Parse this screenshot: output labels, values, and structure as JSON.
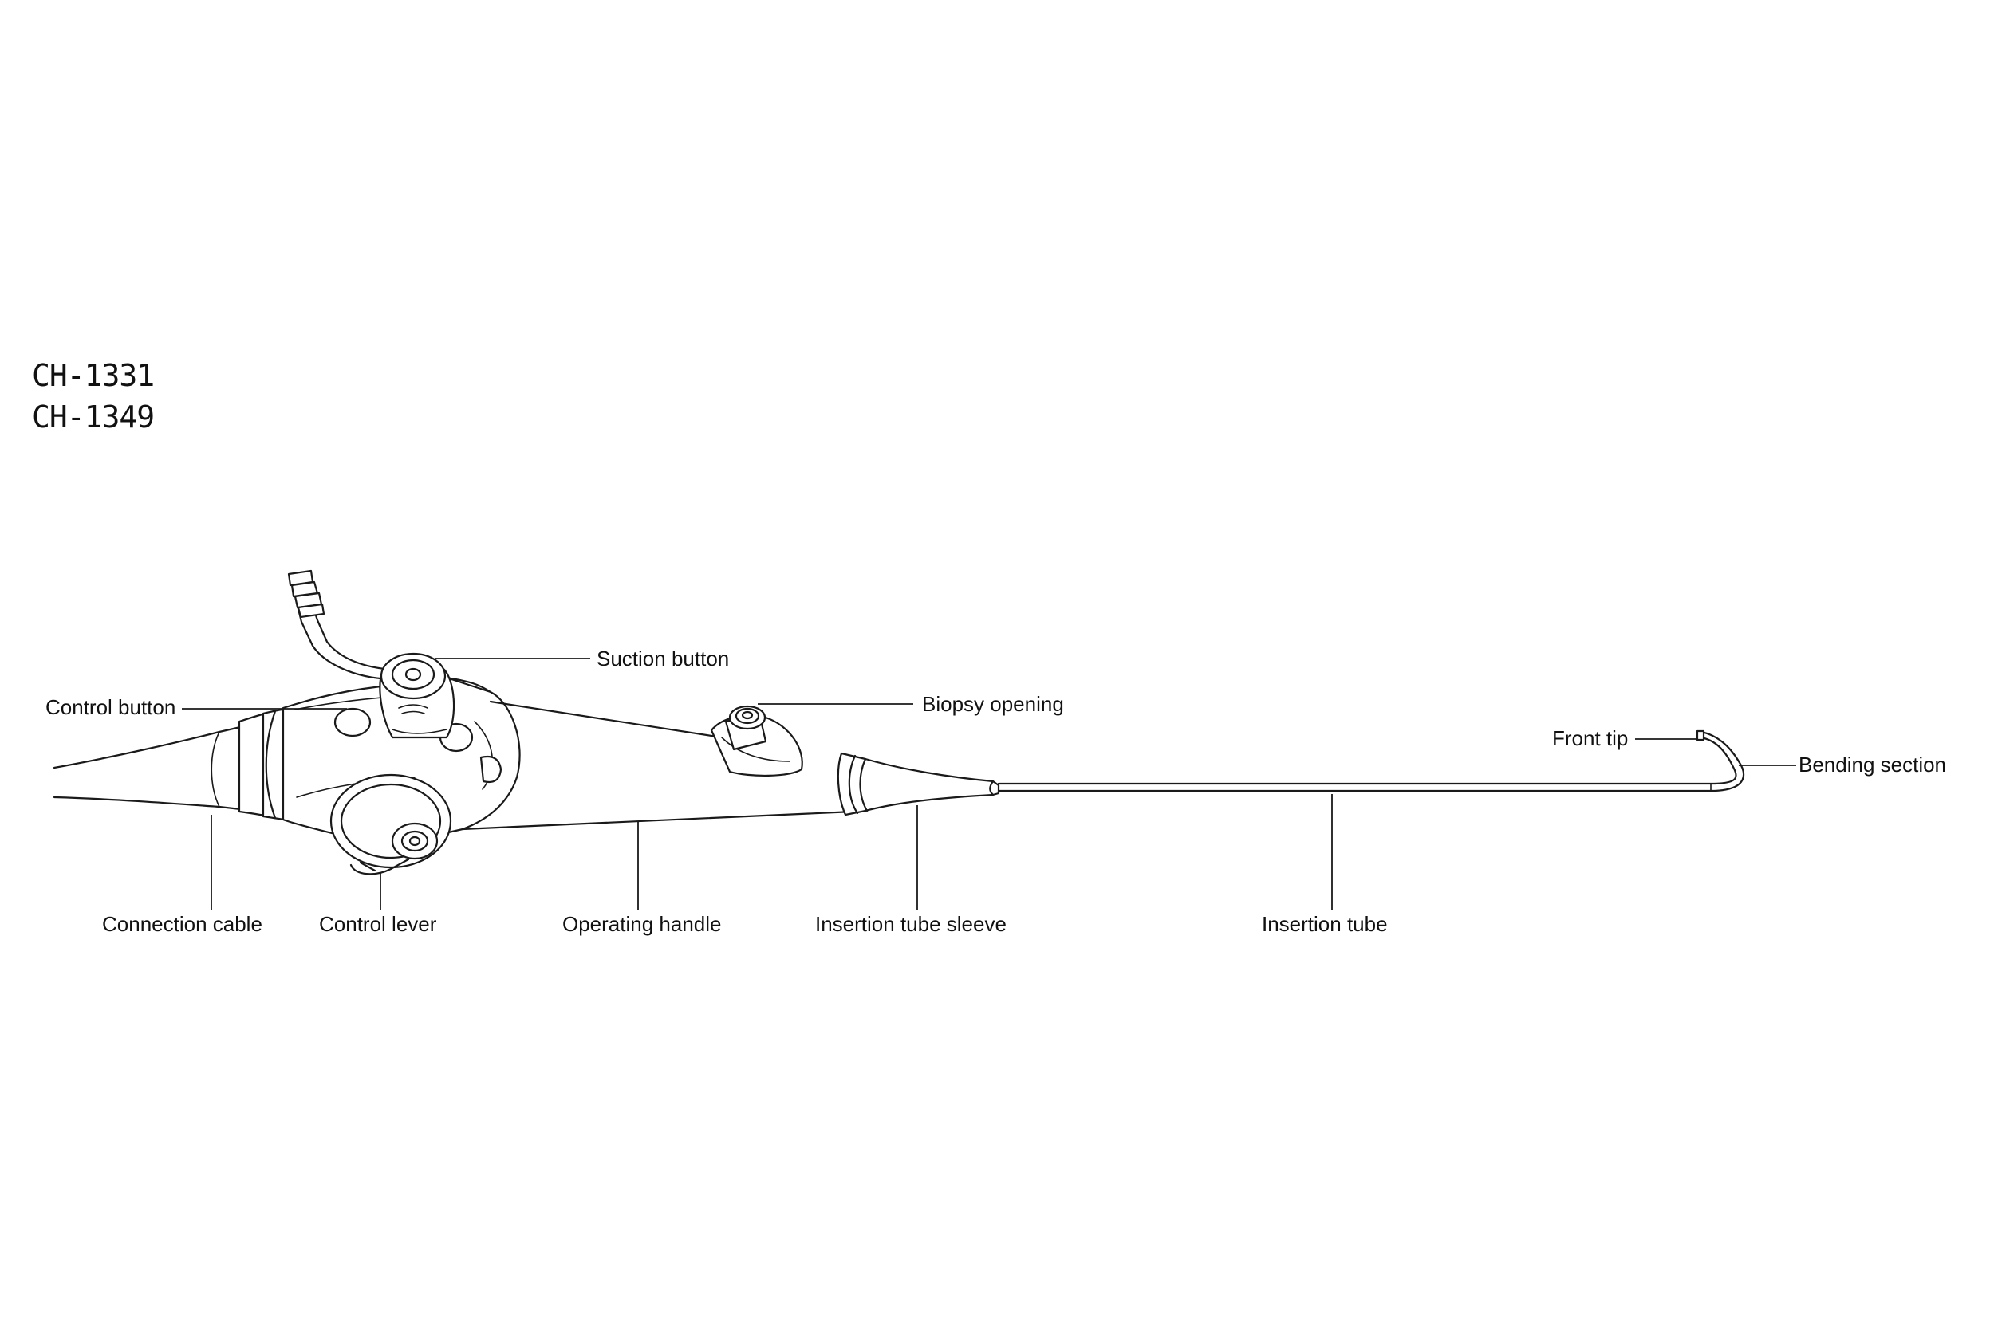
{
  "models": [
    "CH-1331",
    "CH-1349"
  ],
  "labels": {
    "suction_button": "Suction button",
    "biopsy_opening": "Biopsy opening",
    "control_button": "Control button",
    "front_tip": "Front tip",
    "bending_section": "Bending section",
    "connection_cable": "Connection cable",
    "control_lever": "Control lever",
    "operating_handle": "Operating handle",
    "insertion_tube_sleeve": "Insertion tube sleeve",
    "insertion_tube": "Insertion tube"
  }
}
